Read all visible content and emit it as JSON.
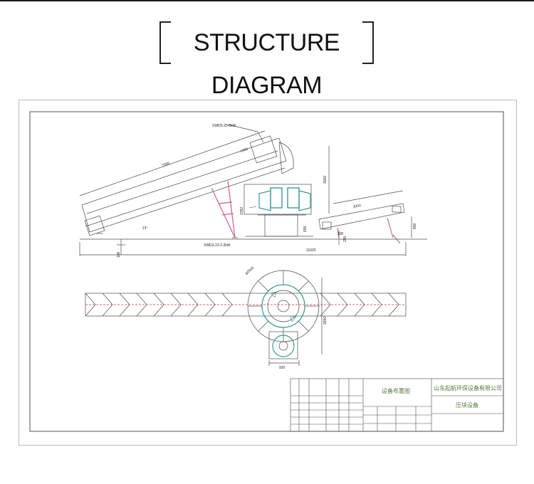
{
  "header": {
    "title": "STRUCTURE DIAGRAM"
  },
  "diagram": {
    "elevation_labels": {
      "motor_top": "XWD5-20-6kW",
      "conv_length": "7000",
      "conv_top_len": "1400",
      "height_total": "3000",
      "height_mid": "1392",
      "angle_main": "21°",
      "height_small": "600",
      "right_len": "3000",
      "right_height": "800",
      "motor_bottom": "XWD3-23-2.2kW",
      "base_height": "100",
      "overall_length": "11620",
      "small_mark": "250",
      "small_mark2": "300"
    },
    "plan_labels": {
      "wheel_dia": "φ2500",
      "plan_height": "2600",
      "plan_width": "920"
    },
    "title_block": {
      "drawing_name": "设备布置图",
      "company": "山东起航环保设备有限公司",
      "product": "压块设备"
    }
  },
  "colors": {
    "line": "#4a4a4a",
    "accent": "#3a9a9a",
    "pink": "#d35a9a",
    "red_dash": "#d33"
  }
}
